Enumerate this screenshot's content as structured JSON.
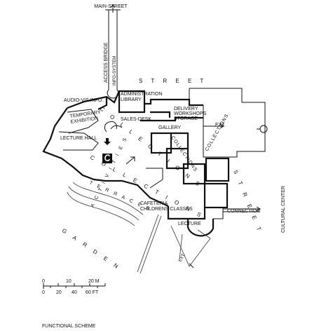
{
  "labels": {
    "main_street": "MAIN-STREET",
    "access_bridge": "ACCESS BRIDGE",
    "info_system": "INFO-SYSTEM",
    "street_top": "S T R E E T",
    "street_right": "S T R E E T",
    "audio_vis_info": "AUDIO-VIS.INFO.",
    "administration": "ADMINISTRATION",
    "library": "LIBRARY",
    "temporary": "TEMPORARY",
    "exhibition": "EXHIBITION",
    "sales_desk": "SALES-DESK",
    "delivery": "DELIVERY",
    "workshops": "WORKSHOPS",
    "storage": "STORAGE",
    "gallery": "GALLERY",
    "ext_top": "EXT.",
    "lecture_hall": "LECTURE HALL",
    "collections_main": "C O L L E C T I O N S",
    "collections_mid": "COLLECTIONS",
    "collections_right": "COLLECTIONS",
    "collections_low": "C O L L E C T I O N S",
    "terraces": "T E R R A C E S",
    "activities": "A C T I V I T I E S",
    "cafeteria": "CAFETERIA",
    "childrens_classes": "CHILDRENS CLASSES",
    "connection": "CONNECTION",
    "cultural_center": "CULTURAL CENTER",
    "lecture": "LECTURE",
    "ext_bottom": "EXT.",
    "garden": "G A R D E N"
  },
  "scale_bar": {
    "meters": [
      "0",
      "10",
      "20 M"
    ],
    "feet": [
      "0",
      "20",
      "40",
      "60 FT"
    ]
  },
  "caption": "FUNCTIONAL SCHEME"
}
